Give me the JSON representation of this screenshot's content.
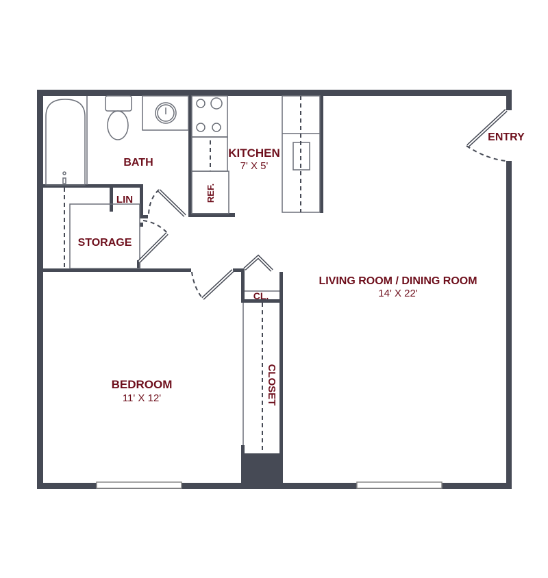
{
  "floorplan": {
    "colors": {
      "wall": "#464a55",
      "label": "#6e0f1c",
      "fixture": "#6b6f78"
    },
    "rooms": {
      "bath": {
        "label": "BATH"
      },
      "kitchen": {
        "label": "KITCHEN",
        "dims": "7' X 5'"
      },
      "entry": {
        "label": "ENTRY"
      },
      "lin": {
        "label": "LIN"
      },
      "ref": {
        "label": "REF."
      },
      "storage": {
        "label": "STORAGE"
      },
      "living": {
        "label": "LIVING ROOM / DINING ROOM",
        "dims": "14' X 22'"
      },
      "cl": {
        "label": "CL."
      },
      "closet": {
        "label": "CLOSET"
      },
      "bedroom": {
        "label": "BEDROOM",
        "dims": "11' X 12'"
      }
    }
  }
}
